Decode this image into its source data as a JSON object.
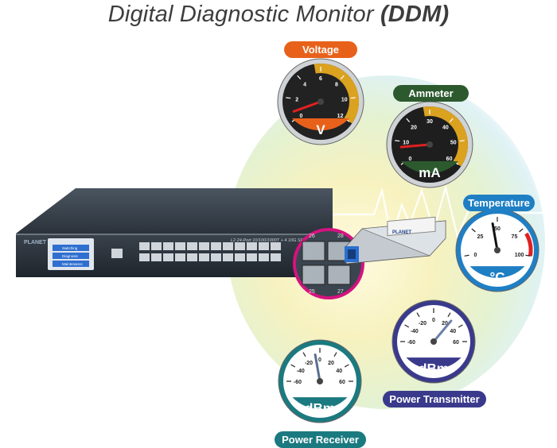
{
  "title": {
    "main": "Digital Diagnostic Monitor",
    "bold": "(DDM)"
  },
  "gauges": {
    "voltage": {
      "label": "Voltage",
      "unit": "V",
      "ticks": [
        "0",
        "2",
        "4",
        "6",
        "8",
        "10",
        "12"
      ],
      "color": "#e8611a"
    },
    "ammeter": {
      "label": "Ammeter",
      "unit": "mA",
      "ticks": [
        "0",
        "10",
        "20",
        "30",
        "40",
        "50",
        "60"
      ],
      "color": "#2c5a2e"
    },
    "temperature": {
      "label": "Temperature",
      "unit": "°C",
      "ticks": [
        "0",
        "25",
        "50",
        "75",
        "100"
      ],
      "color": "#1f7fc4"
    },
    "power_transmitter": {
      "label": "Power Transmitter",
      "unit": "dBm",
      "ticks": [
        "-60",
        "-40",
        "-20",
        "0",
        "20",
        "40",
        "60"
      ],
      "color": "#3a3a8c"
    },
    "power_receiver": {
      "label": "Power Receiver",
      "unit": "dBm",
      "ticks": [
        "-60",
        "-40",
        "-20",
        "0",
        "20",
        "40",
        "60"
      ],
      "color": "#1a7a80"
    }
  },
  "switch": {
    "brand": "PLANET",
    "model_text": "L2 24-Port 10/100/1000T + 4 10G SFP+",
    "lcd_menu": [
      "Switching",
      "Diagnosis",
      "Maintenance"
    ],
    "port_numbers": [
      "26",
      "28",
      "25",
      "27"
    ]
  },
  "sfp": {
    "brand": "PLANET"
  }
}
